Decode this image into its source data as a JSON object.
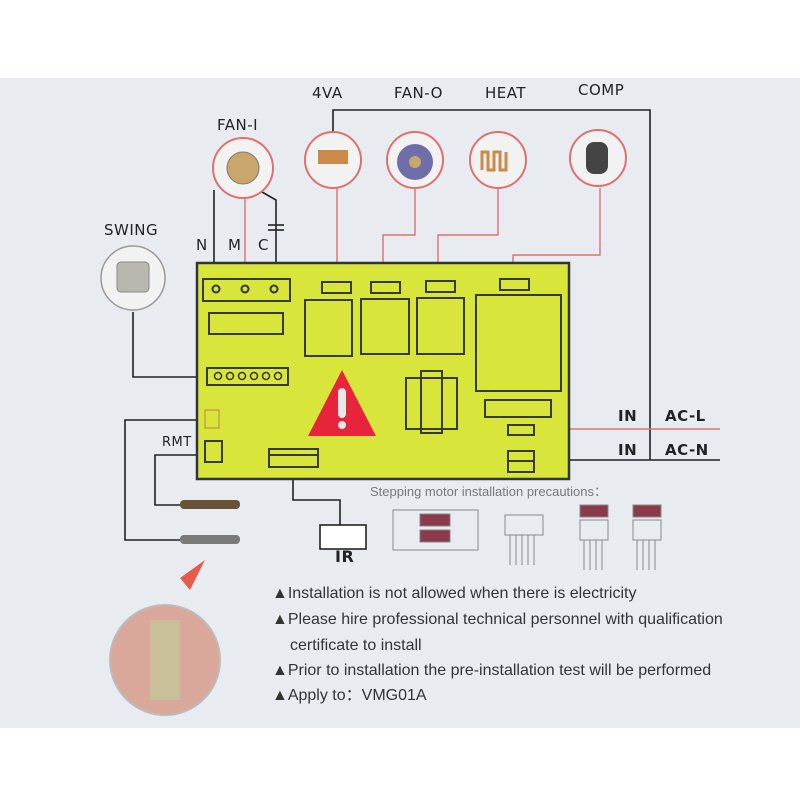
{
  "components": {
    "fourva": "4VA",
    "fan_o": "FAN-O",
    "heat": "HEAT",
    "comp": "COMP",
    "fan_i": "FAN-I",
    "swing": "SWING",
    "n": "N",
    "m": "M",
    "c": "C",
    "rmt": "RMT",
    "ir": "IR"
  },
  "power": {
    "in_l": "IN",
    "ac_l": "AC-L",
    "in_n": "IN",
    "ac_n": "AC-N"
  },
  "stepping": {
    "title": "Stepping motor installation precautions："
  },
  "notes": [
    "▲Installation is not allowed when there is electricity",
    "▲Please hire professional technical personnel with qualification",
    "certificate to install",
    "▲Prior to installation the pre-installation test will be performed",
    "▲Apply to：VMG01A"
  ],
  "colors": {
    "board": "#d8e63c",
    "warning": "#e8243c",
    "wire_red": "#e07070"
  }
}
